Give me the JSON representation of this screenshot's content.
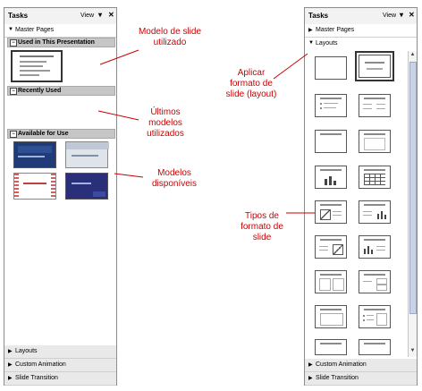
{
  "left_panel": {
    "title": "Tasks",
    "view_label": "View",
    "master_pages": "Master Pages",
    "sections": {
      "used": "Used in This Presentation",
      "recent": "Recently Used",
      "available": "Available for Use"
    },
    "bottom": [
      "Layouts",
      "Custom Animation",
      "Slide Transition"
    ]
  },
  "right_panel": {
    "title": "Tasks",
    "view_label": "View",
    "master_pages": "Master Pages",
    "layouts": "Layouts",
    "bottom": [
      "Custom Animation",
      "Slide Transition"
    ]
  },
  "annotations": {
    "modelo": "Modelo de slide utilizado",
    "ultimos": "Últimos modelos utilizados",
    "disponiveis": "Modelos disponíveis",
    "aplicar": "Aplicar formato de slide (layout)",
    "tipos": "Tipos de formato de slide"
  },
  "colors": {
    "annotation": "#cc0000",
    "accent": "#1e3a8a"
  }
}
